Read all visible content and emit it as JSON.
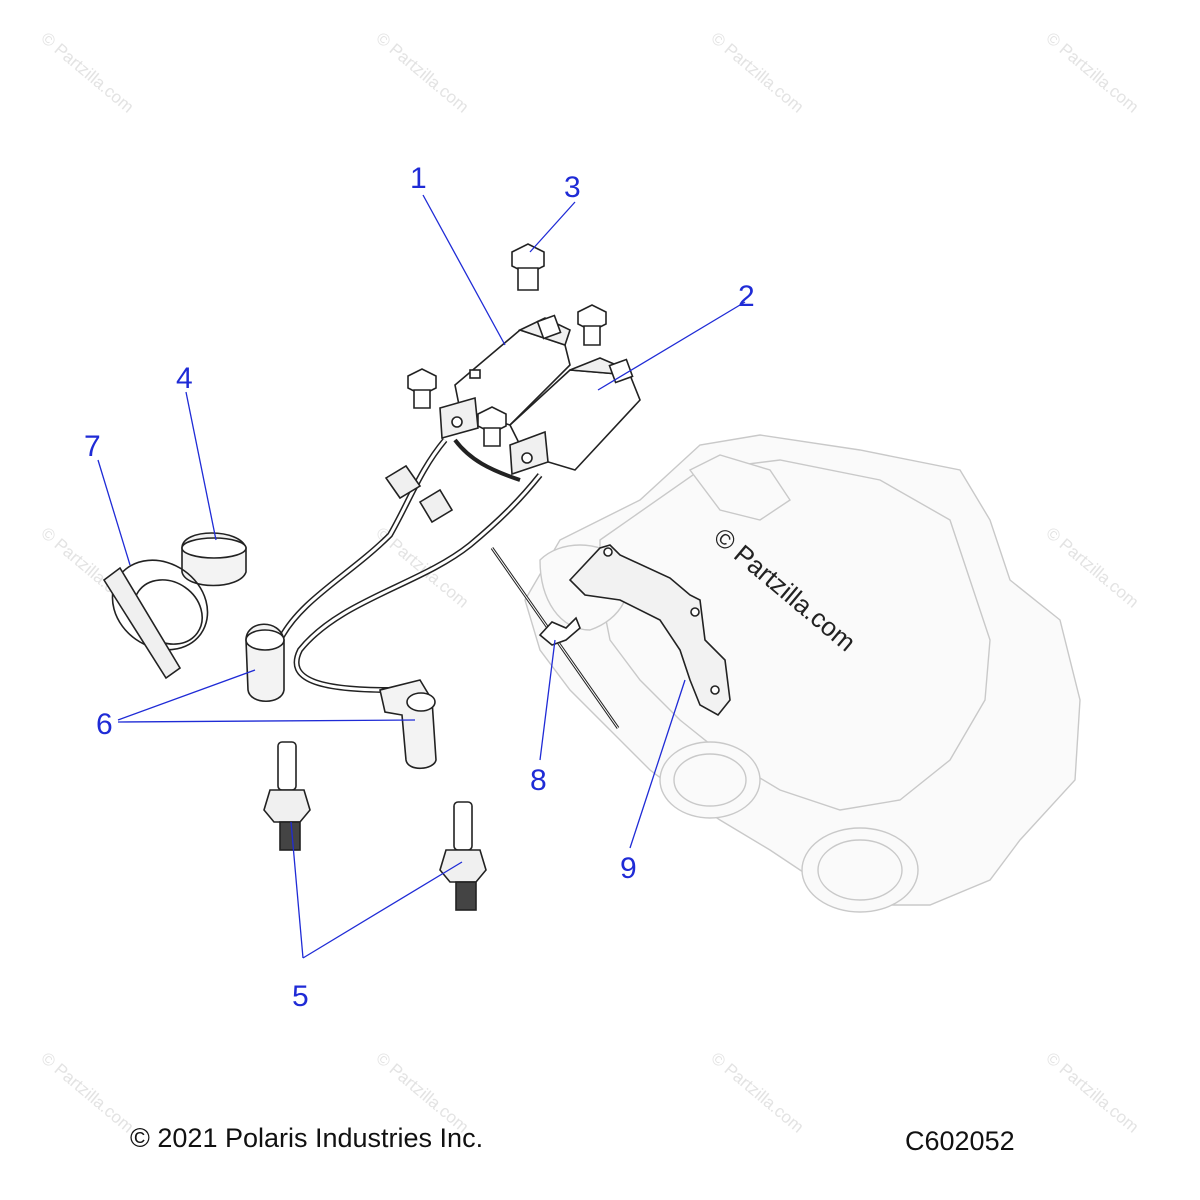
{
  "diagram": {
    "callouts": [
      {
        "id": "1",
        "label": "1"
      },
      {
        "id": "2",
        "label": "2"
      },
      {
        "id": "3",
        "label": "3"
      },
      {
        "id": "4",
        "label": "4"
      },
      {
        "id": "5",
        "label": "5"
      },
      {
        "id": "6",
        "label": "6"
      },
      {
        "id": "7",
        "label": "7"
      },
      {
        "id": "8",
        "label": "8"
      },
      {
        "id": "9",
        "label": "9"
      }
    ],
    "watermark": "© Partzilla.com",
    "center_watermark": "© Partzilla.com",
    "copyright": "© 2021 Polaris Industries Inc.",
    "diagram_code": "C602052",
    "colors": {
      "callout": "#1f2bd6",
      "line_art": "#222222",
      "ghost_art": "#c9c9c9",
      "watermark": "#e3e3e3"
    }
  }
}
